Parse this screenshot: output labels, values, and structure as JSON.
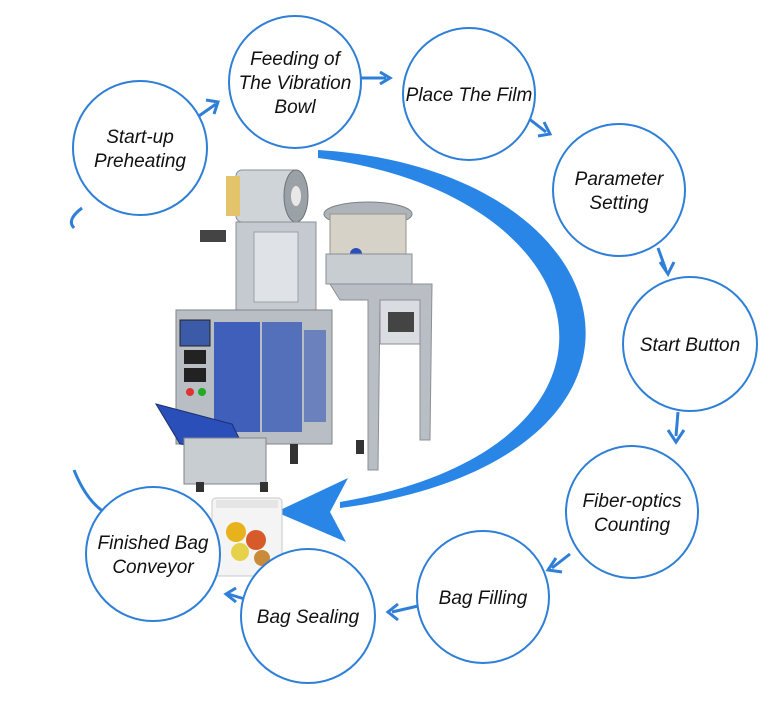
{
  "colors": {
    "circle_stroke": "#2f7fd8",
    "arrow": "#2a86e6",
    "text": "#111111",
    "machine_steel": "#b9bec4",
    "machine_blue": "#2a4fb8"
  },
  "steps": [
    {
      "label": [
        "Start-up",
        "Preheating"
      ]
    },
    {
      "label": [
        "Feeding of",
        "The Vibration",
        "Bowl"
      ]
    },
    {
      "label": [
        "Place The Film"
      ]
    },
    {
      "label": [
        "Parameter",
        "Setting"
      ]
    },
    {
      "label": [
        "Start Button"
      ]
    },
    {
      "label": [
        "Fiber-optics",
        "Counting"
      ]
    },
    {
      "label": [
        "Bag Filling"
      ]
    },
    {
      "label": [
        "Bag Sealing"
      ]
    },
    {
      "label": [
        "Finished Bag",
        "Conveyor"
      ]
    }
  ],
  "icons": {
    "product": "packaging-machine-illustration",
    "bag": "finished-bag-illustration",
    "flow": "process-flow-arrow"
  }
}
